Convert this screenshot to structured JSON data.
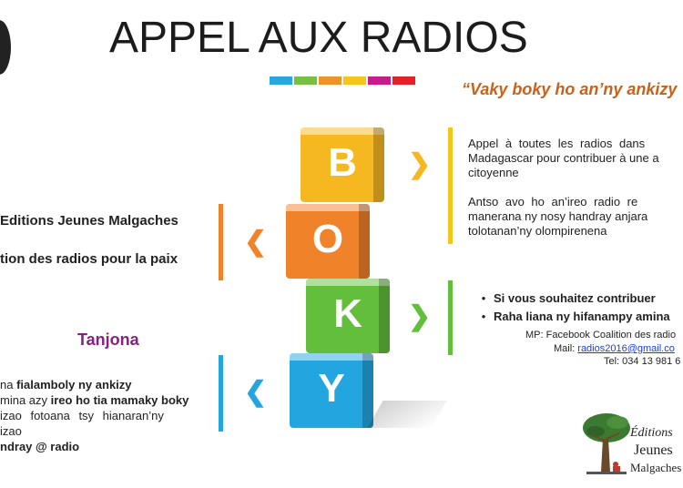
{
  "title": "APPEL AUX RADIOS",
  "slogan": "“Vaky boky ho an’ny ankizy",
  "colorbar_colors": [
    "#29a8e0",
    "#77c043",
    "#f0922a",
    "#f5c518",
    "#c51e8a",
    "#e52027"
  ],
  "cubes": [
    {
      "letter": "B",
      "color": "#f5b820"
    },
    {
      "letter": "O",
      "color": "#f0822a"
    },
    {
      "letter": "K",
      "color": "#63be3b"
    },
    {
      "letter": "Y",
      "color": "#23a6df"
    }
  ],
  "left": {
    "line1": "Editions Jeunes Malgaches",
    "line2": "tion des radios pour la paix",
    "tanjona": "Tanjona",
    "goals": [
      {
        "pre": "na ",
        "bold": "fialamboly ny ankizy",
        "post": ""
      },
      {
        "pre": "mina azy ",
        "bold": "ireo ho tia mamaky boky",
        "post": ""
      },
      {
        "pre": "izao fotoana tsy hianaran’ny",
        "bold": "",
        "post": ""
      },
      {
        "pre": "izao",
        "bold": "",
        "post": ""
      },
      {
        "pre": "",
        "bold": "ndray @ radio",
        "post": ""
      }
    ]
  },
  "right": {
    "para1_line1": "Appel à toutes les radios dans",
    "para1_line2": "Madagascar pour contribuer à une a",
    "para1_line3": "citoyenne",
    "para2_line1": "Antso avo ho an’ireo radio re",
    "para2_line2": "manerana ny nosy handray anjara",
    "para2_line3": "tolotanan’ny olompirenena",
    "bullet1": "Si vous souhaitez contribuer",
    "bullet2": "Raha liana ny hifanampy amina",
    "bullet_symbol": "•"
  },
  "contact": {
    "mp": "MP: Facebook Coalition des radio",
    "mail_label": "Mail: ",
    "mail": "radios2016@gmail.co",
    "tel": "Tel: 034 13 981 6"
  },
  "logo": {
    "line1": "Éditions",
    "line2": "Jeunes",
    "line3": "Malgaches"
  },
  "chevron_right": "❯",
  "chevron_left": "❮"
}
